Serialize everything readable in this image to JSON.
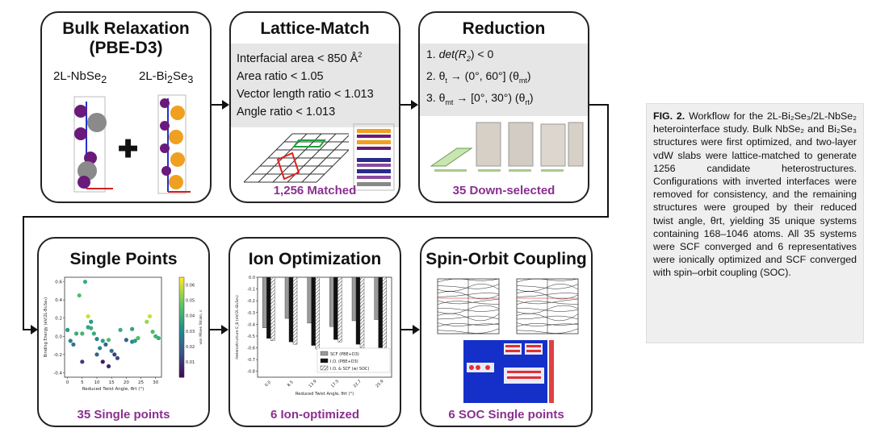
{
  "panels": {
    "bulk": {
      "title_l1": "Bulk Relaxation",
      "title_l2": "(PBE-D3)",
      "left_label": "2L-NbSe",
      "left_sub": "2",
      "right_label": "2L-Bi",
      "right_sub1": "2",
      "right_mid": "Se",
      "right_sub2": "3"
    },
    "lattice": {
      "title": "Lattice-Match",
      "criteria": [
        "Interfacial area < 850 Å",
        "Area ratio  < 1.05",
        "Vector length ratio < 1.013",
        "Angle ratio < 1.013"
      ],
      "area_sup": "2",
      "footer": "1,256 Matched"
    },
    "reduction": {
      "title": "Reduction",
      "step1_num": "1. ",
      "step1_math": "det(R",
      "step1_sub": "2",
      "step1_end": ") < 0",
      "step2": "2. θ",
      "step2_sub": "t",
      "step2_mid": " → (0°, 60°] (θ",
      "step2_sub2": "mt",
      "step2_end": ")",
      "step3": "3. θ",
      "step3_sub": "mt",
      "step3_mid": " → [0°, 30°) (θ",
      "step3_sub2": "rt",
      "step3_end": ")",
      "footer": "35 Down-selected"
    },
    "single": {
      "title": "Single Points",
      "footer": "35 Single points"
    },
    "ion": {
      "title": "Ion Optimization",
      "footer": "6 Ion-optimized"
    },
    "soc": {
      "title": "Spin-Orbit Coupling",
      "footer": "6 SOC Single points"
    }
  },
  "caption": {
    "bold": "FIG. 2.",
    "text": " Workflow for the 2L-Bi₂Se₃/2L-NbSe₂ heterointerface study. Bulk NbSe₂ and Bi₂Se₃ structures were first optimized, and two-layer vdW slabs were lattice-matched to generate 1256 candidate heterostructures. Configurations with inverted interfaces were removed for consistency, and the remaining structures were grouped by their reduced twist angle, θrt, yielding 35 unique systems containing 168–1046 atoms. All 35 systems were SCF converged and 6 representatives were ionically optimized and SCF converged with spin–orbit coupling (SOC)."
  },
  "chart_data": [
    {
      "type": "scatter",
      "title": "",
      "xlabel": "Reduced Twist Angle, θrt (°)",
      "ylabel": "Binding Energy (eV/2L-Bi₂Se₃)",
      "colorbar_label": "von Mises Strain, ε",
      "colorbar_ticks": [
        "0.06",
        "0.05",
        "0.04",
        "0.03",
        "0.02",
        "0.01"
      ],
      "x_ticks": [
        "0",
        "5",
        "10",
        "15",
        "20",
        "25",
        "30"
      ],
      "y_ticks": [
        "0.6",
        "0.4",
        "0.2",
        "0.0",
        "-0.2",
        "-0.4"
      ],
      "xlim": [
        -1,
        32
      ],
      "ylim": [
        -0.45,
        0.65
      ],
      "points": [
        {
          "x": 0,
          "y": 0.07,
          "c": 0.035
        },
        {
          "x": 1,
          "y": -0.05,
          "c": 0.03
        },
        {
          "x": 2,
          "y": -0.09,
          "c": 0.025
        },
        {
          "x": 3,
          "y": 0.03,
          "c": 0.04
        },
        {
          "x": 4,
          "y": 0.45,
          "c": 0.045
        },
        {
          "x": 5,
          "y": 0.03,
          "c": 0.042
        },
        {
          "x": 5,
          "y": -0.28,
          "c": 0.012
        },
        {
          "x": 6,
          "y": 0.6,
          "c": 0.04
        },
        {
          "x": 7,
          "y": 0.1,
          "c": 0.038
        },
        {
          "x": 7,
          "y": 0.22,
          "c": 0.06
        },
        {
          "x": 8,
          "y": 0.09,
          "c": 0.04
        },
        {
          "x": 8,
          "y": 0.16,
          "c": 0.035
        },
        {
          "x": 9,
          "y": 0.03,
          "c": 0.04
        },
        {
          "x": 10,
          "y": -0.03,
          "c": 0.03
        },
        {
          "x": 10,
          "y": -0.2,
          "c": 0.02
        },
        {
          "x": 11,
          "y": -0.13,
          "c": 0.03
        },
        {
          "x": 12,
          "y": -0.05,
          "c": 0.035
        },
        {
          "x": 12,
          "y": -0.28,
          "c": 0.005
        },
        {
          "x": 13,
          "y": -0.09,
          "c": 0.02
        },
        {
          "x": 14,
          "y": -0.04,
          "c": 0.045
        },
        {
          "x": 14,
          "y": -0.33,
          "c": 0.008
        },
        {
          "x": 15,
          "y": -0.16,
          "c": 0.025
        },
        {
          "x": 16,
          "y": -0.2,
          "c": 0.012
        },
        {
          "x": 17,
          "y": -0.24,
          "c": 0.015
        },
        {
          "x": 18,
          "y": 0.07,
          "c": 0.04
        },
        {
          "x": 20,
          "y": -0.04,
          "c": 0.02
        },
        {
          "x": 22,
          "y": 0.08,
          "c": 0.038
        },
        {
          "x": 22,
          "y": -0.06,
          "c": 0.03
        },
        {
          "x": 23,
          "y": -0.05,
          "c": 0.035
        },
        {
          "x": 24,
          "y": -0.02,
          "c": 0.045
        },
        {
          "x": 27,
          "y": 0.16,
          "c": 0.055
        },
        {
          "x": 28,
          "y": 0.22,
          "c": 0.06
        },
        {
          "x": 29,
          "y": 0.05,
          "c": 0.045
        },
        {
          "x": 30,
          "y": 0.0,
          "c": 0.042
        },
        {
          "x": 31,
          "y": -0.02,
          "c": 0.04
        }
      ]
    },
    {
      "type": "bar",
      "title": "",
      "xlabel": "Reduced Twist Angle, θrt (°)",
      "ylabel": "Heterostructure E_B (eV/2L-Bi₂Se₃)",
      "categories": [
        "0.0",
        "8.5",
        "13.9",
        "17.5",
        "22.7",
        "25.9"
      ],
      "ylim": [
        -0.85,
        0.0
      ],
      "y_ticks": [
        "0.0",
        "-0.1",
        "-0.2",
        "-0.3",
        "-0.4",
        "-0.5",
        "-0.6",
        "-0.7",
        "-0.8"
      ],
      "series": [
        {
          "name": "SCF (PBE+D3)",
          "values": [
            -0.43,
            -0.35,
            -0.39,
            -0.42,
            -0.37,
            -0.36
          ],
          "color": "#9a9a9a"
        },
        {
          "name": "I.O. (PBE+D3)",
          "values": [
            -0.52,
            -0.55,
            -0.58,
            -0.53,
            -0.57,
            -0.6
          ],
          "color": "#111111"
        },
        {
          "name": "I.O. & SCF (w/ SOC)",
          "values": [
            -0.54,
            -0.57,
            -0.61,
            -0.55,
            -0.6,
            -0.63
          ],
          "color": "hatch"
        }
      ]
    }
  ]
}
